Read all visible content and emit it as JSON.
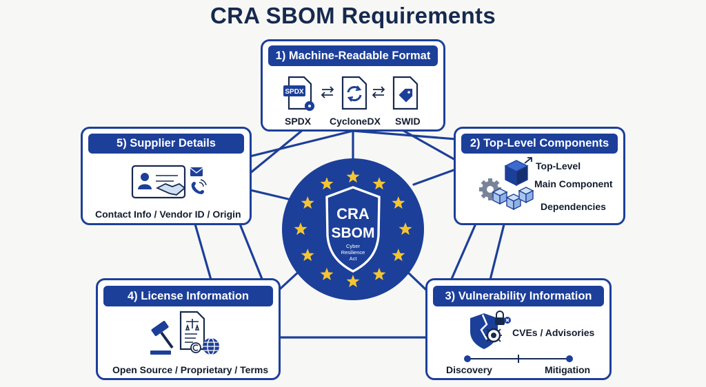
{
  "title": "CRA SBOM Requirements",
  "colors": {
    "primary": "#1c3f99",
    "accent": "#f4c531",
    "light": "#cfe0f6",
    "background": "#f7f7f5"
  },
  "hub": {
    "line1": "CRA",
    "line2": "SBOM",
    "sub1": "Cyber",
    "sub2": "Resilience",
    "sub3": "Act"
  },
  "cards": {
    "machine_readable": {
      "heading": "1) Machine-Readable Format",
      "formats": [
        "SPDX",
        "CycloneDX",
        "SWID"
      ],
      "icon_text": "SPDX",
      "icons": [
        "spdx-document-icon",
        "swap-arrows-icon",
        "cyclonedx-document-icon",
        "swap-arrows-icon",
        "swid-tag-document-icon"
      ]
    },
    "top_level": {
      "heading": "2) Top-Level Components",
      "labels": [
        "Top-Level",
        "Main Component",
        "Dependencies"
      ],
      "icons": [
        "component-cubes-icon",
        "gear-icon",
        "arrow-up-right-icon"
      ]
    },
    "vulnerability": {
      "heading": "3) Vulnerability Information",
      "label": "CVEs / Advisories",
      "timeline": [
        "Discovery",
        "Mitigation"
      ],
      "icons": [
        "broken-shield-icon",
        "lock-icon",
        "bug-search-icon"
      ]
    },
    "license": {
      "heading": "4) License Information",
      "label": "Open Source / Proprietary / Terms",
      "icons": [
        "gavel-icon",
        "document-scale-icon",
        "globe-icon",
        "copyright-icon"
      ]
    },
    "supplier": {
      "heading": "5) Supplier Details",
      "label": "Contact Info / Vendor ID / Origin",
      "icons": [
        "id-card-icon",
        "handshake-icon",
        "envelope-icon",
        "phone-icon"
      ]
    }
  }
}
